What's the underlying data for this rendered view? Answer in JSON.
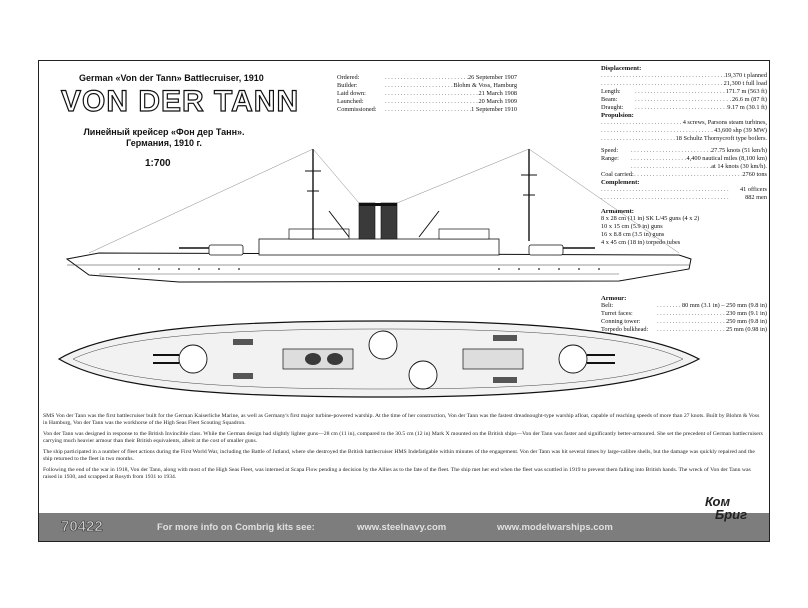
{
  "header": {
    "subtitle_en": "German «Von der Tann» Battlecruiser, 1910",
    "title": "VON DER TANN",
    "subtitle_ru_1": "Линейный крейсер «Фон дер Танн».",
    "subtitle_ru_2": "Германия, 1910 г.",
    "scale": "1:700"
  },
  "dates": [
    {
      "label": "Ordered:",
      "value": "26 September 1907"
    },
    {
      "label": "Builder:",
      "value": "Blohm & Voss, Hamburg"
    },
    {
      "label": "Laid down:",
      "value": "21 March 1908"
    },
    {
      "label": "Launched:",
      "value": "20 March 1909"
    },
    {
      "label": "Commissioned:",
      "value": "1 September 1910"
    }
  ],
  "specs": {
    "displacement_head": "Displacement:",
    "displacement": [
      "19,370 t  planned",
      "21,300 t  full load"
    ],
    "dims": [
      {
        "label": "Length:",
        "value": "171.7 m (563 ft)"
      },
      {
        "label": "Beam:",
        "value": "26.6 m (87 ft)"
      },
      {
        "label": "Draught:",
        "value": "9.17 m (30.1 ft)"
      }
    ],
    "propulsion_head": "Propulsion:",
    "propulsion": [
      "4 screws, Parsons steam turbines,",
      "43,600 shp (39 MW)",
      "18 Schultz Thornycroft type boilers."
    ],
    "perf": [
      {
        "label": "Speed:",
        "value": "27.75 knots (51 km/h)"
      },
      {
        "label": "Range:",
        "value": "4,400 nautical miles (8,100 km)"
      },
      {
        "label": "",
        "value": "at 14 knots (30 km/h)."
      },
      {
        "label": "Coal carried:",
        "value": "2760 tons"
      }
    ],
    "complement_head": "Complement:",
    "complement": [
      "41 officers",
      "882 men"
    ],
    "armament_head": "Armament:",
    "armament": [
      "8 x 28 cm (11 in) SK L/45 guns (4 x 2)",
      "10 x 15 cm (5.9 in) guns",
      "16 x 8.8 cm (3.5 in) guns",
      "4 x 45 cm (18 in) torpedo tubes"
    ],
    "armour_head": "Armour:",
    "armour": [
      {
        "label": "Belt:",
        "value": "80 mm (3.1 in) – 250 mm (9.8 in)"
      },
      {
        "label": "Turret faces:",
        "value": "230 mm (9.1 in)"
      },
      {
        "label": "Conning tower:",
        "value": "250 mm (9.8 in)"
      },
      {
        "label": "Torpedo bulkhead:",
        "value": "25 mm (0.98 in)"
      }
    ]
  },
  "description": [
    "SMS Von der Tann was the first battlecruiser built for the German Kaiserliche Marine, as well as Germany's first major turbine-powered warship. At the time of her construction, Von der Tann was the fastest dreadnought-type warship afloat, capable of reaching speeds of more than 27 knots. Built by Blohm & Voss in Hamburg, Von der Tann was the workhorse of the High Seas Fleet Scouting Squadron.",
    "Von der Tann was designed in response to the British Invincible class. While the German design had slightly lighter guns—28 cm (11 in), compared to the 30.5 cm (12 in) Mark X mounted on the British ships—Von der Tann was faster and significantly better-armoured. She set the precedent of German battlecruisers carrying much heavier armour than their British equivalents, albeit at the cost of smaller guns.",
    "The ship participated in a number of fleet actions during the First World War, including the Battle of Jutland, where she destroyed the British battlecruiser HMS Indefatigable within minutes of the engagement. Von der Tann was hit several times by large-calibre shells, but the damage was quickly repaired and the ship returned to the fleet in two months.",
    "Following the end of the war in 1918, Von der Tann, along with most of the High Seas Fleet, was interned at Scapa Flow pending a decision by the Allies as to the fate of the fleet. The ship met her end when the fleet was scuttled in 1919 to prevent them falling into British hands. The wreck of Von der Tann was raised in 1930, and scrapped at Rosyth from 1931 to 1934."
  ],
  "footer": {
    "code": "70422",
    "more_info": "For more info on Combrig kits see:",
    "link1": "www.steelnavy.com",
    "link2": "www.modelwarships.com",
    "logo_line1": "Ком",
    "logo_line2": "Бриг"
  }
}
